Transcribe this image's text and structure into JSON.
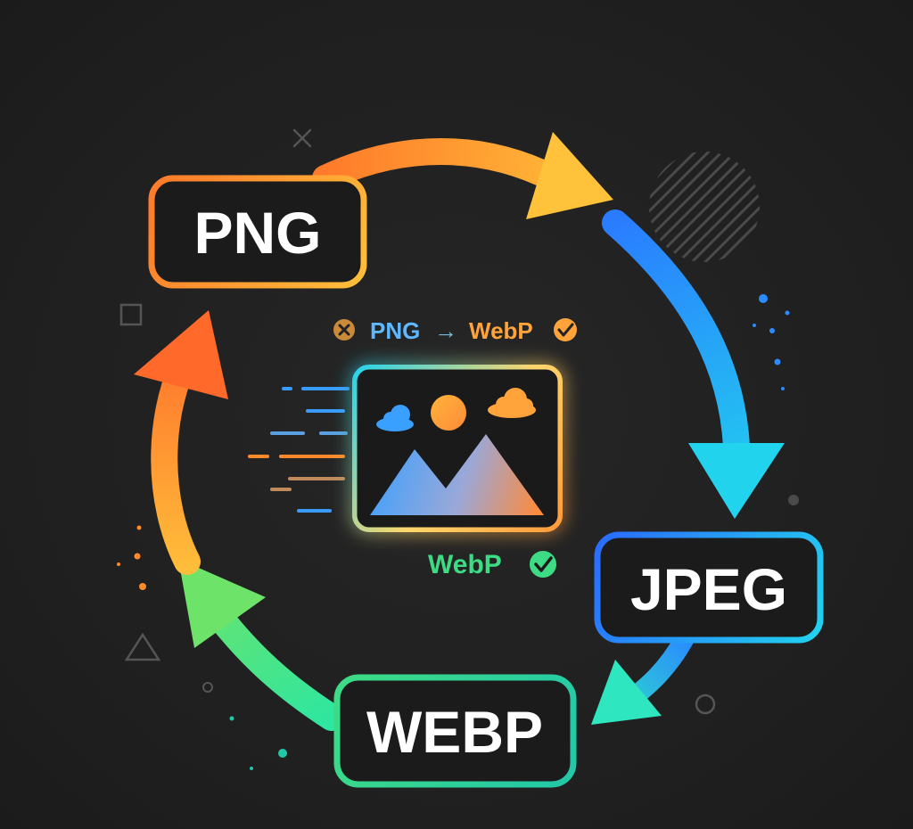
{
  "diagram": {
    "nodes": {
      "png": {
        "label": "PNG",
        "accent": "#ff8a2a"
      },
      "jpeg": {
        "label": "JPEG",
        "accent": "#2a8bff"
      },
      "webp": {
        "label": "WEBP",
        "accent": "#3ddc84"
      }
    },
    "center": {
      "conversion": {
        "from": "PNG",
        "arrow": "→",
        "to": "WebP",
        "from_icon": "x-circle-icon",
        "to_icon": "check-circle-icon"
      },
      "result": {
        "label": "WebP",
        "icon": "check-circle-icon"
      },
      "image_icon": "landscape-image-icon"
    },
    "colors": {
      "orange": "#ff8a2a",
      "yellow": "#ffc53d",
      "blue": "#2a8bff",
      "cyan": "#22d3ee",
      "green": "#3ddc84",
      "teal": "#22c7a9"
    }
  }
}
